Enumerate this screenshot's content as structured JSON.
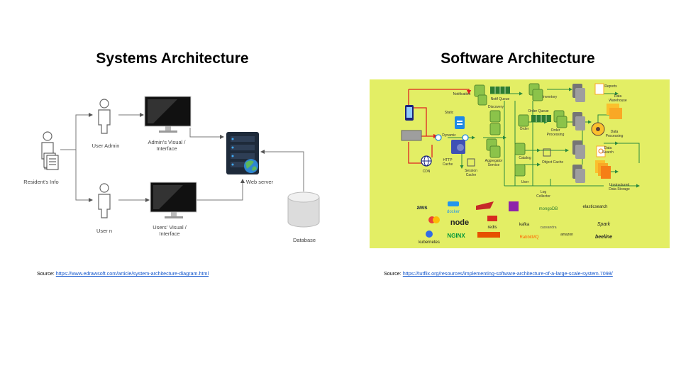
{
  "left": {
    "title": "Systems Architecture",
    "labels": {
      "resident": "Resident's Info",
      "user_admin": "User Admin",
      "user_n": "User n",
      "admin_visual_1": "Admin's Visual /",
      "admin_visual_2": "Interface",
      "users_visual_1": "Users' Visual /",
      "users_visual_2": "Interface",
      "web_server": "Web server",
      "database": "Database"
    },
    "source_prefix": "Source: ",
    "source_url": "https://www.edrawsoft.com/article/system-architecture-diagram.html"
  },
  "right": {
    "title": "Software Architecture",
    "labels": {
      "notification": "Notification",
      "notif_queue": "Notif Queue",
      "inventory": "Inventory",
      "reports": "Reports",
      "data_warehouse_1": "Data",
      "data_warehouse_2": "Warehouse",
      "discovery": "Discovery",
      "order_queue": "Order Queue",
      "static": "Static",
      "dynamic": "Dynamic",
      "order": "Order",
      "order_processing_1": "Order",
      "order_processing_2": "Processing",
      "data_processing_1": "Data",
      "data_processing_2": "Processing",
      "data_search_1": "Data",
      "data_search_2": "Search",
      "http_cache_1": "HTTP",
      "http_cache_2": "Cache",
      "aggregator_1": "Aggregator",
      "aggregator_2": "Service",
      "catalog": "Catalog",
      "object_cache": "Object Cache",
      "cdn": "CDN",
      "session_cache_1": "Session",
      "session_cache_2": "Cache",
      "user": "User",
      "log_collector_1": "Log",
      "log_collector_2": "Collector",
      "unstructured_1": "Unstructured",
      "unstructured_2": "Data Storage"
    },
    "logos": {
      "aws": "aws",
      "docker": "docker",
      "mongodb": "mongoDB",
      "elasticsearch": "elasticsearch",
      "node": "node",
      "redis": "redis",
      "kafka": "kafka",
      "cassandra": "cassandra",
      "spark": "Spark",
      "kubernetes": "kubernetes",
      "nginx": "NGINX",
      "rabbitmq": "RabbitMQ",
      "amazon": "amazon",
      "beeline": "beeline"
    },
    "source_prefix": "Source: ",
    "source_url": "https://tutflix.org/resources/implementing-software-architecture-of-a-large-scale-system.7098/"
  }
}
